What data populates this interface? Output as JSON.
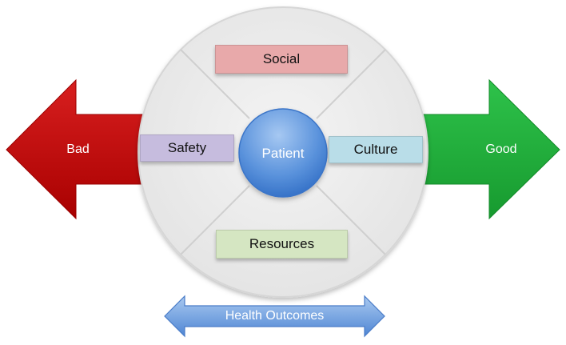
{
  "center": {
    "label": "Patient"
  },
  "segments": {
    "top": {
      "label": "Social",
      "color": "#e8a9aa"
    },
    "left": {
      "label": "Safety",
      "color": "#c6bcde"
    },
    "right": {
      "label": "Culture",
      "color": "#b9dde8"
    },
    "bottom": {
      "label": "Resources",
      "color": "#d5e6c2"
    }
  },
  "arrows": {
    "left": {
      "label": "Bad",
      "color": "#c00000"
    },
    "right": {
      "label": "Good",
      "color": "#22aa3a"
    },
    "bottom": {
      "label": "Health Outcomes",
      "color": "#6fa3e0"
    }
  },
  "colors": {
    "circle_fill": "#ececec",
    "circle_stroke": "#d6d6d6",
    "center_fill": "#4f88d6"
  }
}
